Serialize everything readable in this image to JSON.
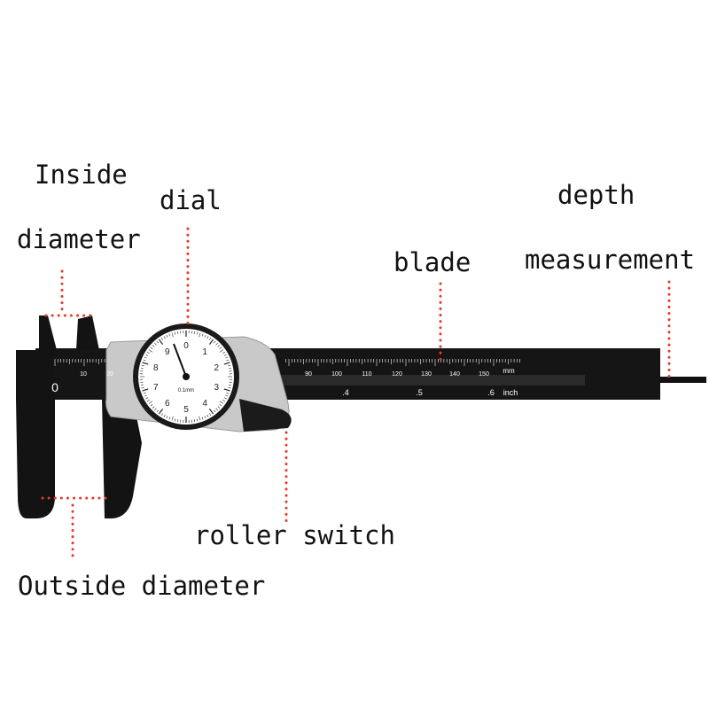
{
  "colors": {
    "annotation_dots": "#e53b2c",
    "caliper_body": "#111111",
    "caliper_gray": "#c9c9c9",
    "scale_print": "#ffffff"
  },
  "labels": {
    "inside_1": "Inside",
    "inside_2": "diameter",
    "dial": "dial",
    "blade": "blade",
    "depth_1": "depth",
    "depth_2": "measurement",
    "roller": "roller switch",
    "outside": "Outside diameter"
  },
  "scale": {
    "zero": "0",
    "mm_numbers": [
      "10",
      "20",
      "90",
      "100",
      "110",
      "120",
      "130",
      "140",
      "150"
    ],
    "mm_unit": "mm",
    "inch_numbers": [
      ".4",
      ".5",
      ".6"
    ],
    "inch_unit": "inch"
  },
  "dial_face": {
    "numbers": [
      "0",
      "1",
      "2",
      "3",
      "4",
      "5",
      "6",
      "7",
      "8",
      "9"
    ],
    "unit": "0.1mm"
  }
}
